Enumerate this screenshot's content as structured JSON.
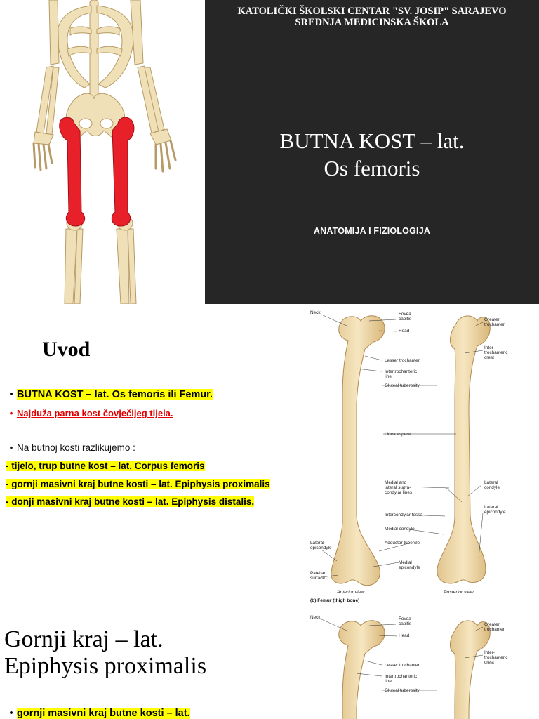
{
  "slide1": {
    "school_line_1": "KATOLIČKI ŠKOLSKI CENTAR \"SV. JOSIP\" SARAJEVO",
    "school_line_2": "SREDNJA MEDICINSKA ŠKOLA",
    "title_line_1": "BUTNA KOST – lat.",
    "title_line_2": "Os femoris",
    "subject": "ANATOMIJA I FIZIOLOGIJA",
    "colors": {
      "panel": "#262626",
      "femur_highlight": "#e8202a",
      "bone": "#efe0b8"
    }
  },
  "slide2": {
    "title": "Uvod",
    "bullet_1": "BUTNA KOST – lat. Os femoris ili Femur.",
    "bullet_2": "Najduža parna kost čovječijeg tijela.",
    "bullet_3": "Na butnoj kosti razlikujemo :",
    "item_1": "- tijelo, trup butne kost – lat. Corpus femoris",
    "item_2": "- gornji masivni kraj butne kosti – lat. Epiphysis proximalis",
    "item_3": "- donji masivni kraj butne kosti – lat. Epiphysis distalis.",
    "figure": {
      "labels": {
        "neck": "Neck",
        "fovea_1": "Fovea",
        "fovea_2": "capitis",
        "head": "Head",
        "greater_1": "Greater",
        "greater_2": "trochanter",
        "inter_1": "Inter-",
        "inter_2": "trochanteric",
        "inter_3": "crest",
        "lesser": "Lesser trochanter",
        "intertroch_line_1": "Intertrochanteric",
        "intertroch_line_2": "line",
        "gluteal": "Gluteal tuberosity",
        "linea": "Linea aspera",
        "medial_lat_1": "Medial and",
        "medial_lat_2": "lateral supra-",
        "medial_lat_3": "condylar lines",
        "lat_condyle_1": "Lateral",
        "lat_condyle_2": "condyle",
        "lat_epi_r_1": "Lateral",
        "lat_epi_r_2": "epicondyle",
        "intercondylar": "Intercondylar fossa",
        "medial_condyle": "Medial condyle",
        "adductor": "Adductor tubercle",
        "lat_epi_l_1": "Lateral",
        "lat_epi_l_2": "epicondyle",
        "medial_epi_1": "Medial",
        "medial_epi_2": "epicondyle",
        "patellar_1": "Patellar",
        "patellar_2": "surface",
        "anterior": "Anterior view",
        "posterior": "Posterior view",
        "caption": "(b) Femur (thigh bone)"
      }
    }
  },
  "slide3": {
    "title_line_1": "Gornji kraj – lat.",
    "title_line_2": "Epiphysis proximalis",
    "bullet_1": "gornji masivni kraj butne kosti – lat."
  }
}
